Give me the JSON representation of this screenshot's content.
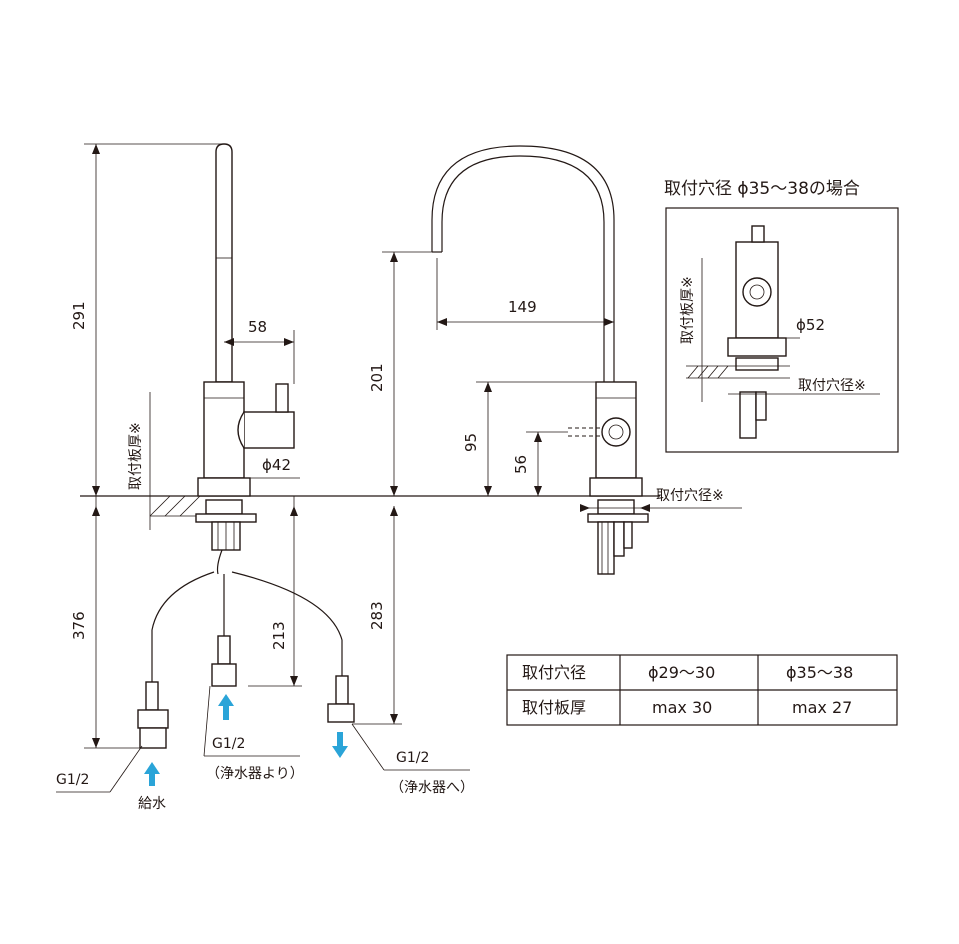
{
  "inset": {
    "title": "取付穴径 ϕ35～38の場合",
    "dim_diameter": "ϕ52",
    "label_plate": "取付板厚※",
    "label_hole": "取付穴径※"
  },
  "dimensions": {
    "overall_height": "291",
    "spout_reach_side": "58",
    "body_diameter": "ϕ42",
    "plate_label": "取付板厚※",
    "below_counter": "376",
    "hose_length": "213",
    "spout_height": "201",
    "spout_reach": "149",
    "handle_height": "95",
    "handle_center": "56",
    "hole_label": "取付穴径※",
    "connector_length": "283"
  },
  "connections": {
    "supply_thread": "G1/2",
    "supply_label": "給水",
    "purifier_in_thread": "G1/2",
    "purifier_in_label": "（浄水器より）",
    "purifier_out_thread": "G1/2",
    "purifier_out_label": "（浄水器へ）"
  },
  "table": {
    "rows": [
      {
        "head": "取付穴径",
        "a": "ϕ29～30",
        "b": "ϕ35～38"
      },
      {
        "head": "取付板厚",
        "a": "max 30",
        "b": "max 27"
      }
    ]
  },
  "colors": {
    "line": "#231815",
    "arrow": "#2aa4d8"
  }
}
